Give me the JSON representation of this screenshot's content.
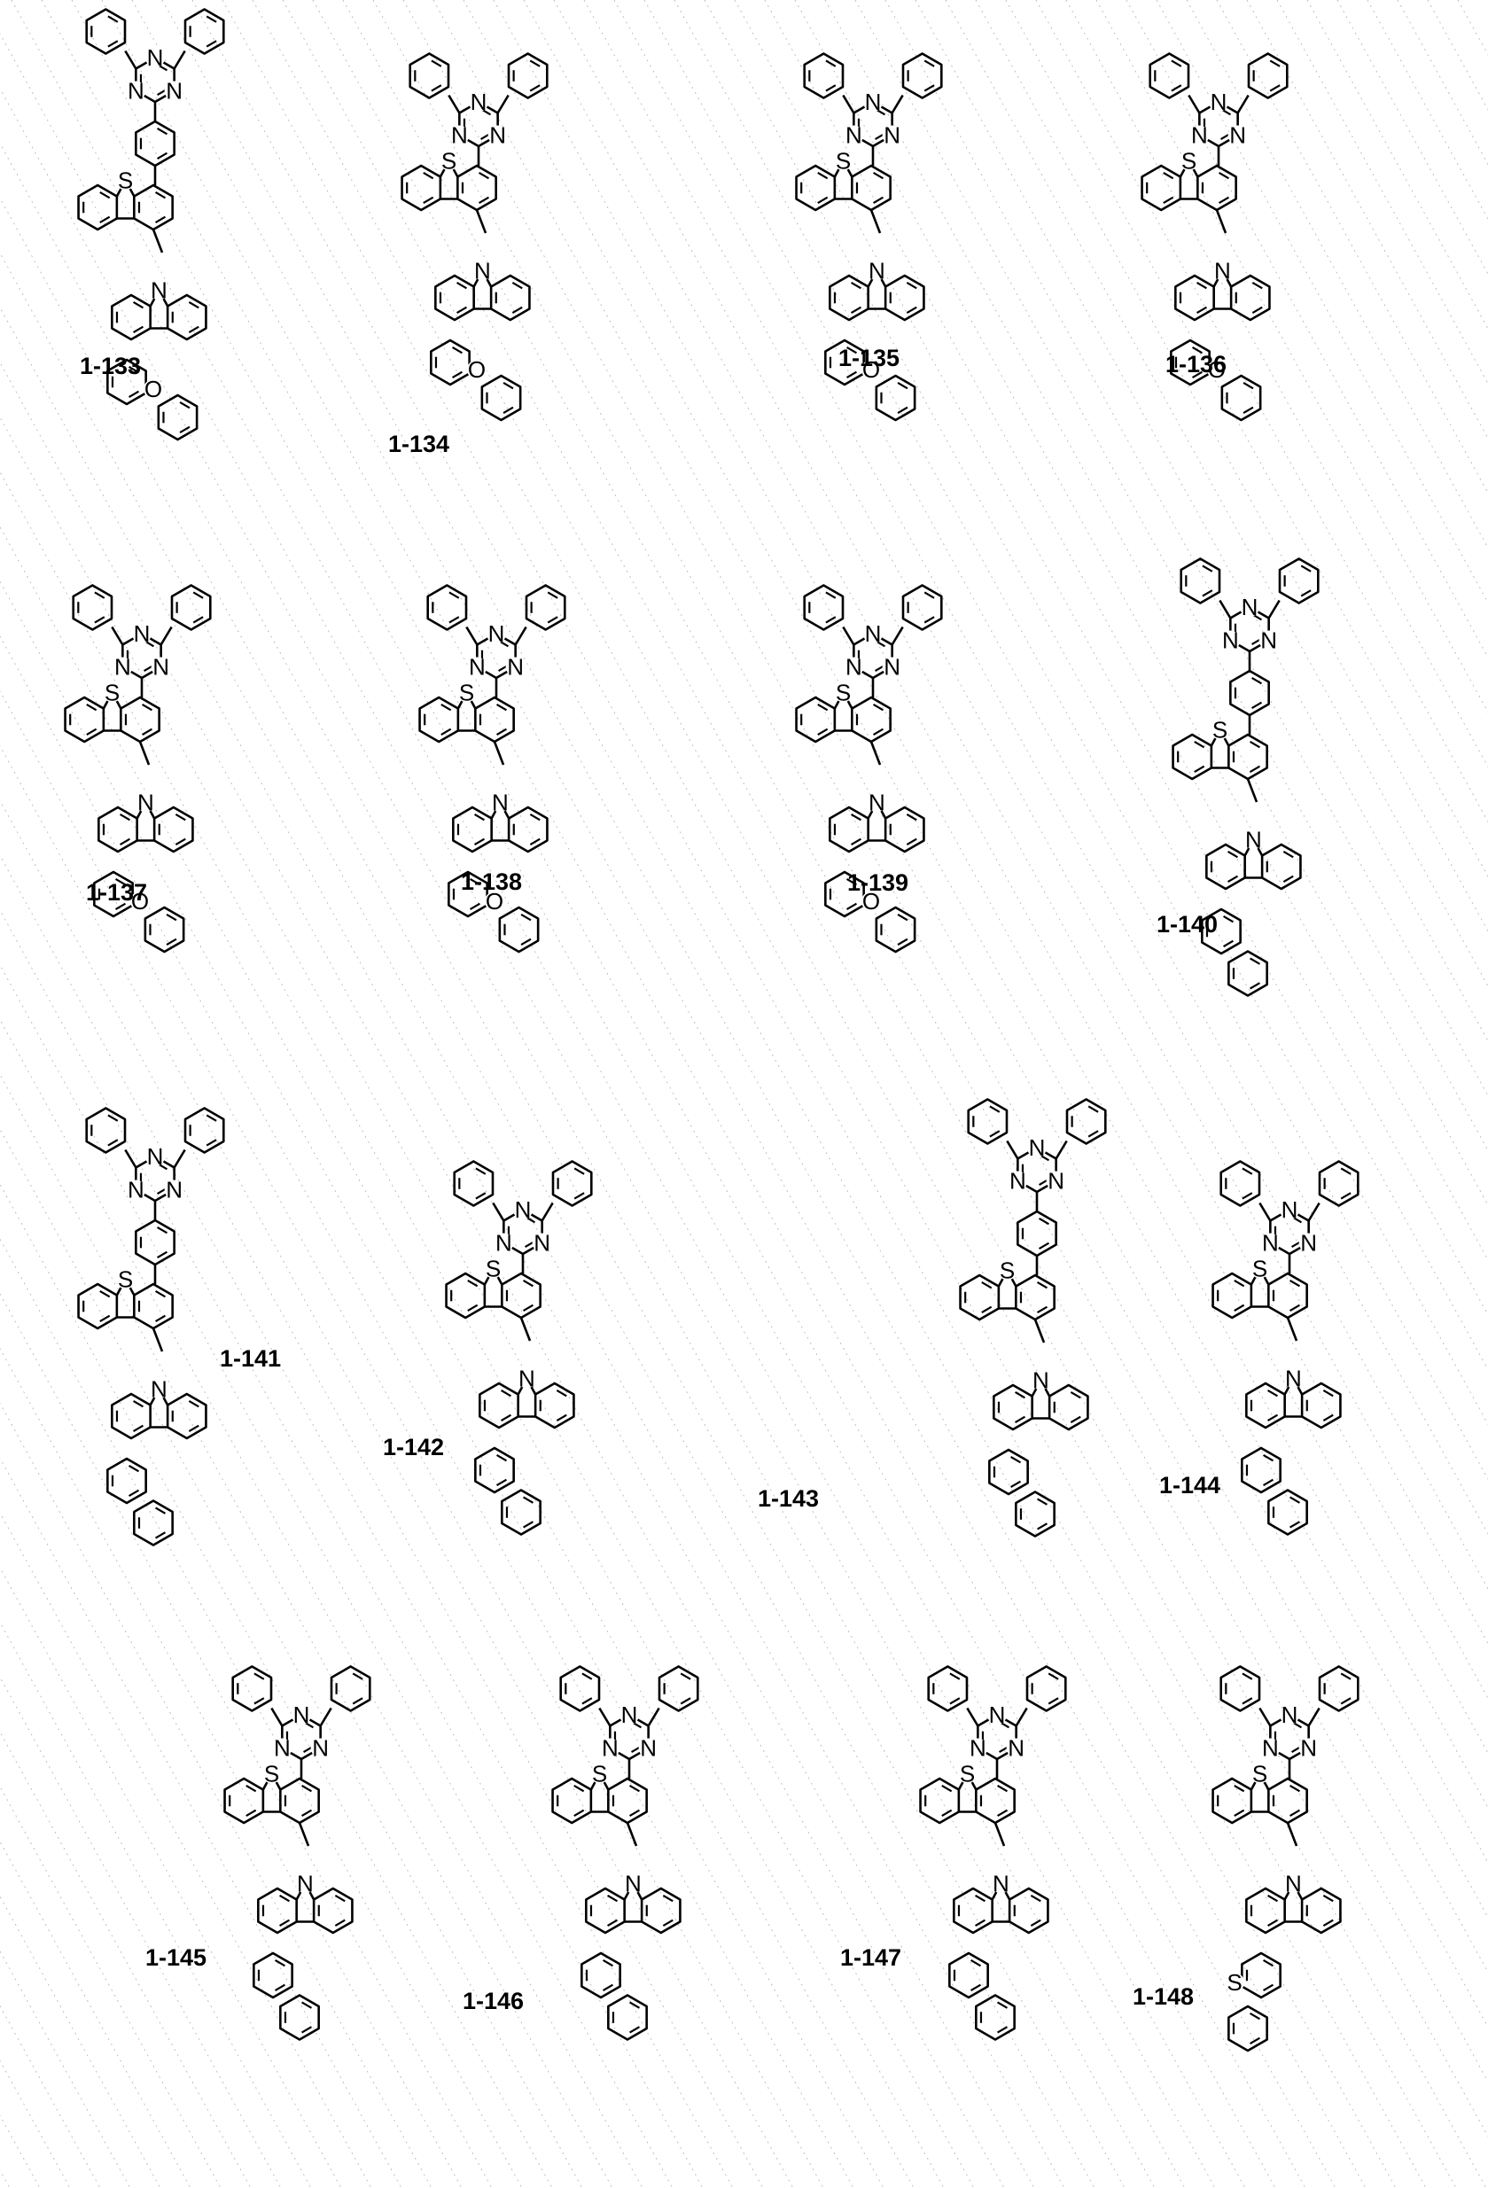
{
  "page": {
    "background": "#ffffff",
    "ink": "#000000",
    "pattern_color": "#b9b9b9"
  },
  "compounds": [
    {
      "label": "1-133"
    },
    {
      "label": "1-134"
    },
    {
      "label": "1-135"
    },
    {
      "label": "1-136"
    },
    {
      "label": "1-137"
    },
    {
      "label": "1-138"
    },
    {
      "label": "1-139"
    },
    {
      "label": "1-140"
    },
    {
      "label": "1-141"
    },
    {
      "label": "1-142"
    },
    {
      "label": "1-143"
    },
    {
      "label": "1-144"
    },
    {
      "label": "1-145"
    },
    {
      "label": "1-146"
    },
    {
      "label": "1-147"
    },
    {
      "label": "1-148"
    }
  ],
  "atoms": {
    "nitrogen": "N",
    "sulfur": "S",
    "oxygen": "O"
  }
}
